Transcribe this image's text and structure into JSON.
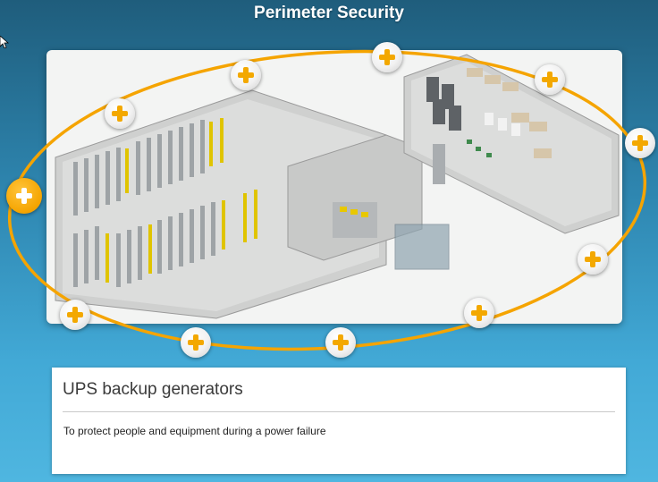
{
  "header": {
    "title": "Perimeter Security"
  },
  "floor_plan": {
    "description_icon": "datacenter-floor-plan"
  },
  "hotspots": [
    {
      "id": "hs-1",
      "state": "active"
    },
    {
      "id": "hs-2",
      "state": "default"
    },
    {
      "id": "hs-3",
      "state": "default"
    },
    {
      "id": "hs-4",
      "state": "default"
    },
    {
      "id": "hs-5",
      "state": "default"
    },
    {
      "id": "hs-6",
      "state": "default"
    },
    {
      "id": "hs-7",
      "state": "default"
    },
    {
      "id": "hs-8",
      "state": "default"
    },
    {
      "id": "hs-9",
      "state": "default"
    },
    {
      "id": "hs-10",
      "state": "default"
    },
    {
      "id": "hs-11",
      "state": "default"
    }
  ],
  "info_panel": {
    "heading": "UPS backup generators",
    "body": "To protect people and equipment during a power failure"
  },
  "colors": {
    "accent": "#f5a400",
    "background_top": "#1f5d7c",
    "background_bottom": "#4fb6e0"
  }
}
